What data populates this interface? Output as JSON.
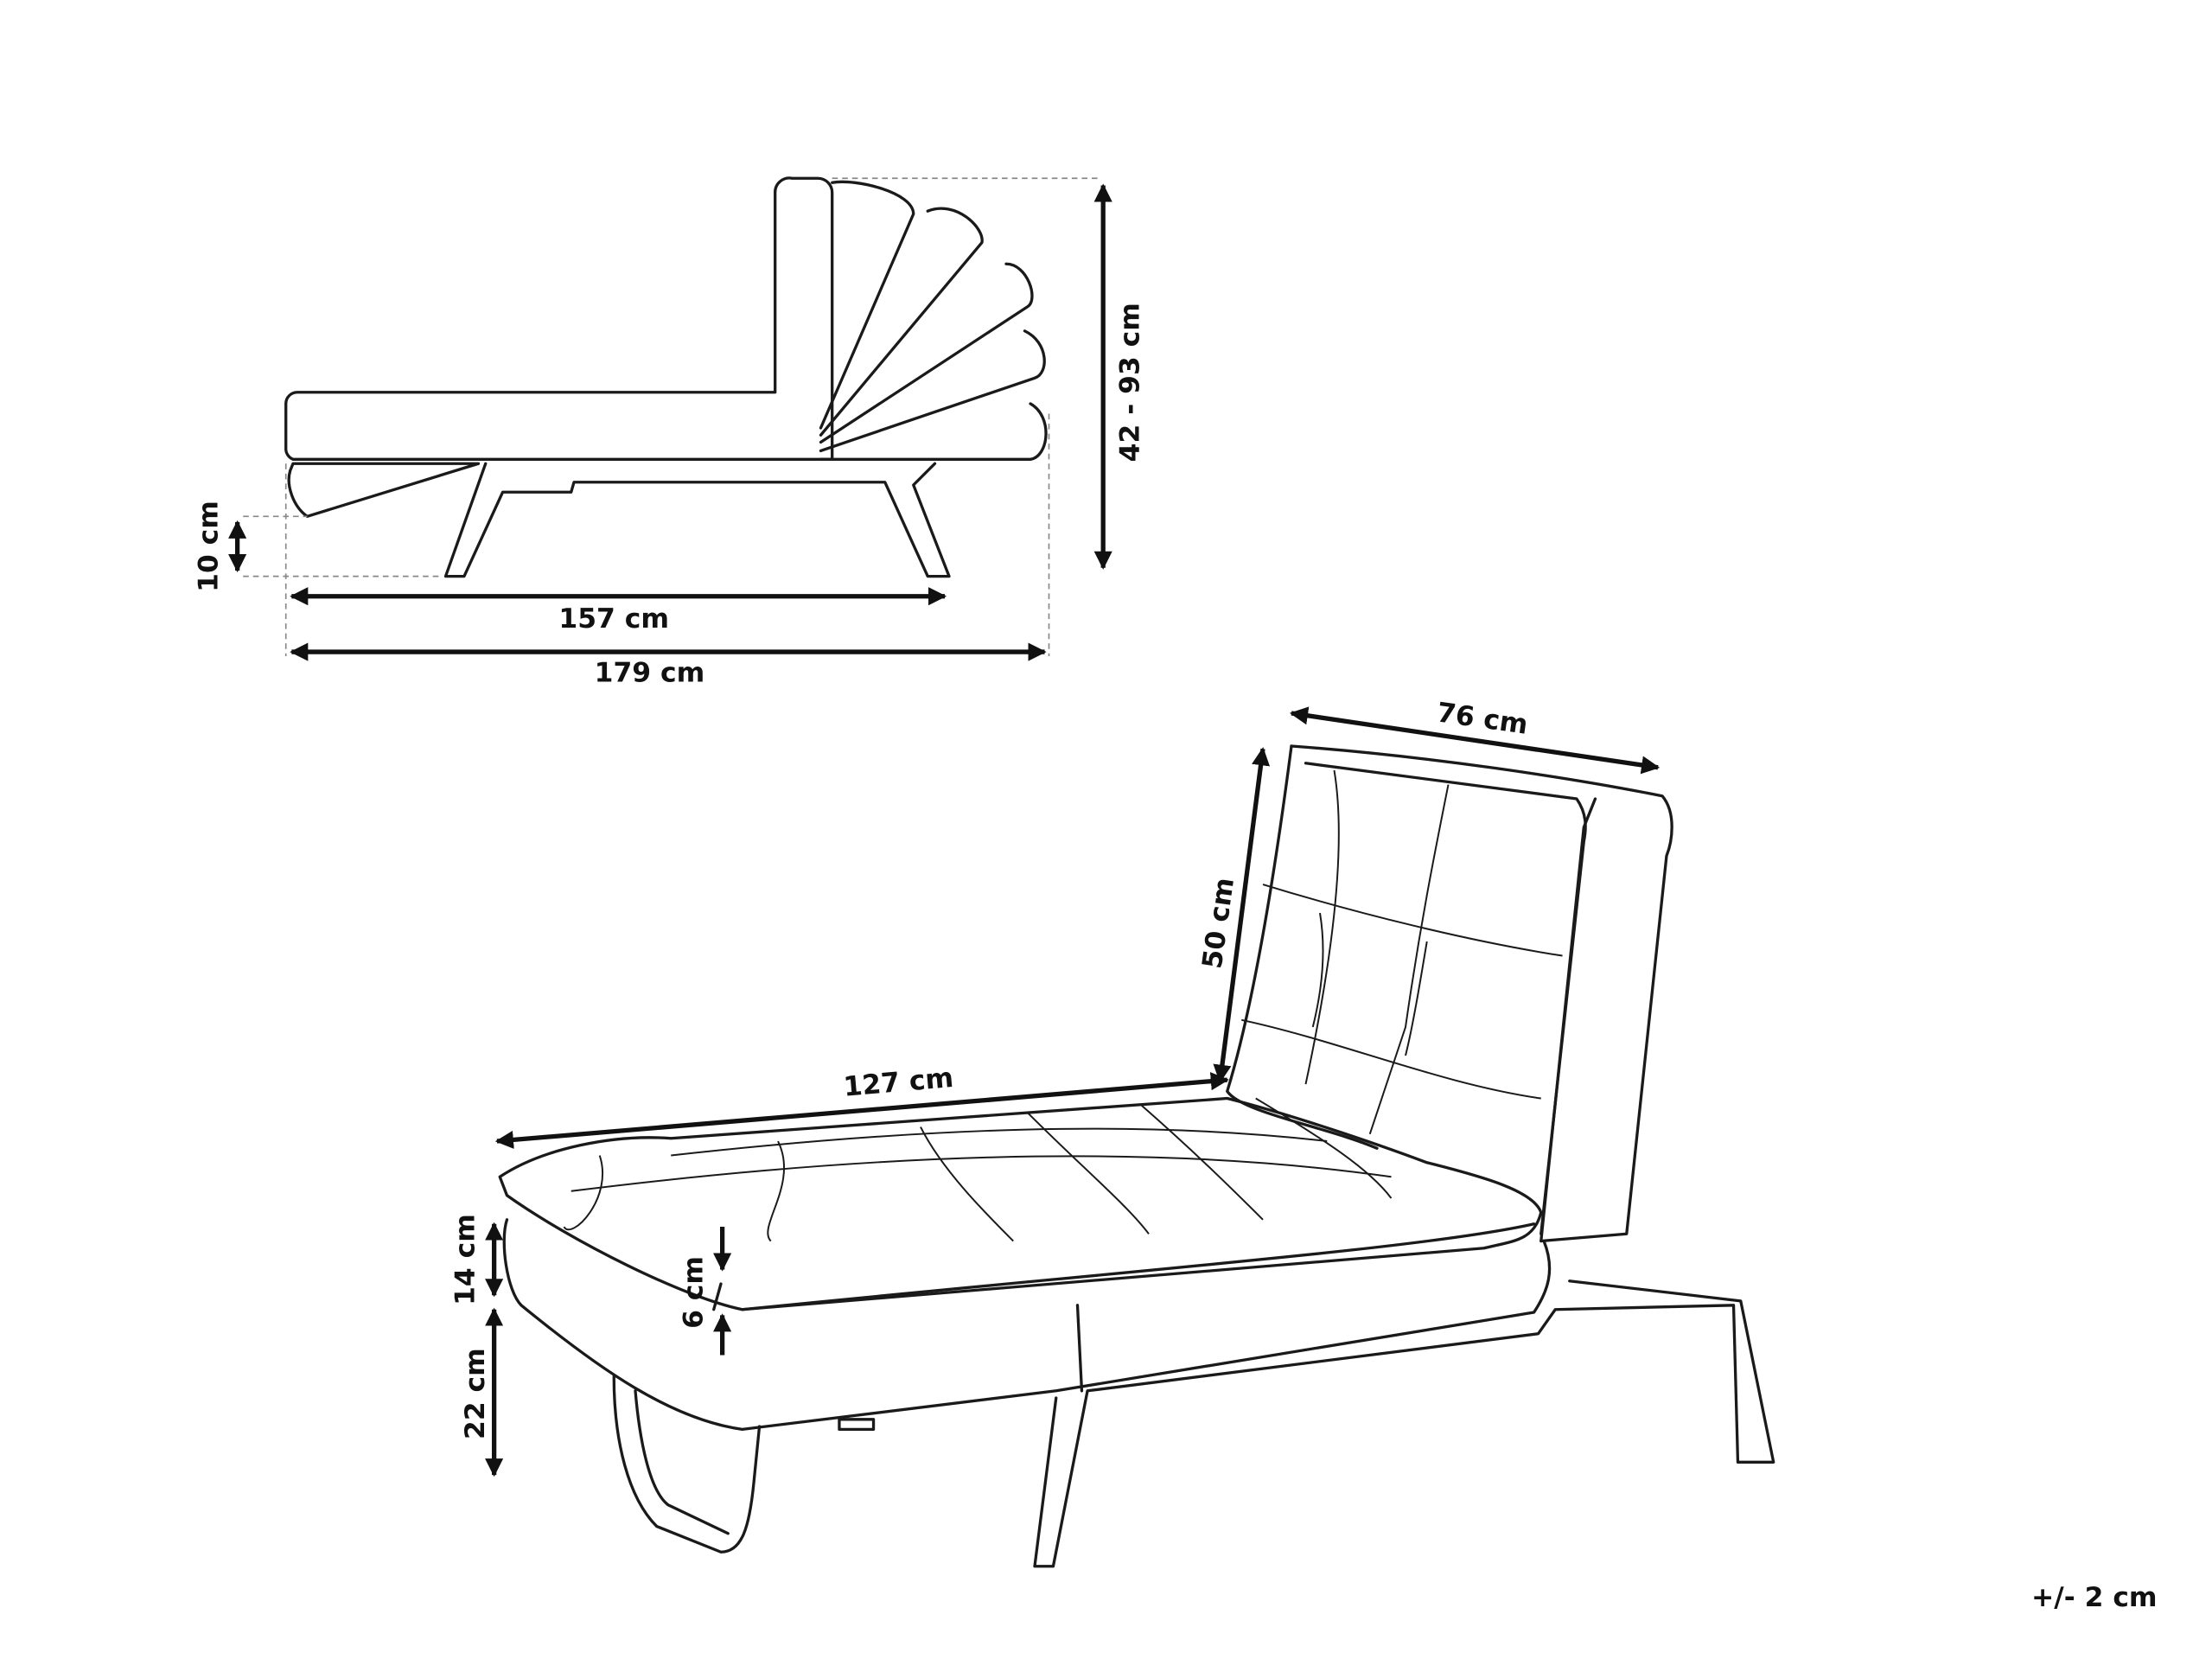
{
  "side_view": {
    "height_range": "42 - 93 cm",
    "leg_clearance": "10 cm",
    "seat_length": "157 cm",
    "total_length": "179 cm"
  },
  "perspective_view": {
    "width": "76 cm",
    "backrest_height": "50 cm",
    "seat_depth": "127 cm",
    "base_height": "14 cm",
    "cushion_thickness": "6 cm",
    "leg_height": "22 cm"
  },
  "tolerance": "+/- 2 cm",
  "colors": {
    "line": "#1a1a1a",
    "background": "#ffffff"
  }
}
